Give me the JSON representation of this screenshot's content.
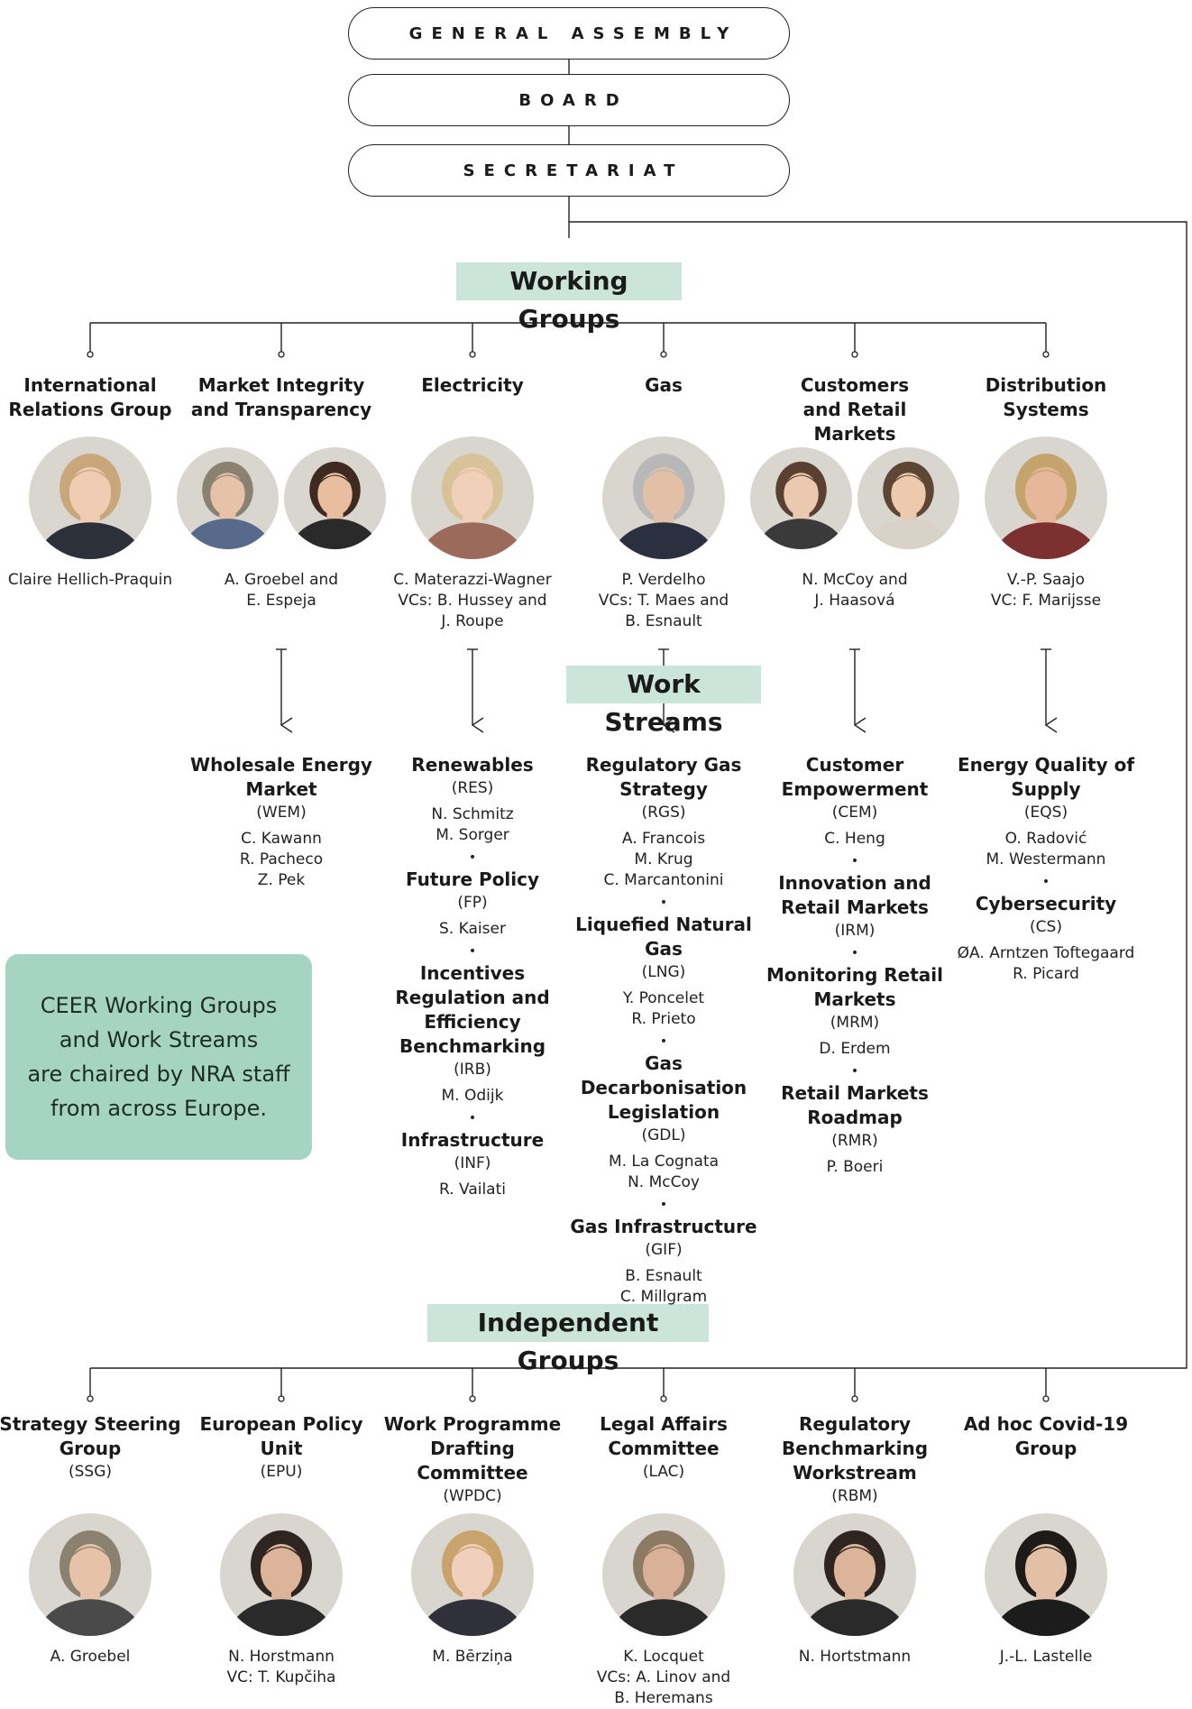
{
  "governance": [
    "GENERAL ASSEMBLY",
    "BOARD",
    "SECRETARIAT"
  ],
  "working_groups_title": "Working Groups",
  "work_streams_title": "Work Streams",
  "independent_groups_title": "Independent Groups",
  "note": [
    "CEER Working Groups",
    "and Work Streams",
    "are chaired by NRA staff",
    "from across Europe."
  ],
  "working_groups": [
    {
      "name": [
        "International",
        "Relations Group"
      ],
      "people": [
        "Claire Hellich-Praquin"
      ],
      "photos": [
        {
          "hair": "#c9a77a",
          "skin": "#eecdb4",
          "shirt": "#2c3038"
        }
      ]
    },
    {
      "name": [
        "Market Integrity",
        "and Transparency"
      ],
      "people": [
        "A. Groebel and",
        "E. Espeja"
      ],
      "photos": [
        {
          "hair": "#8a8170",
          "skin": "#e5c2a8",
          "shirt": "#586a8c"
        },
        {
          "hair": "#3e2a20",
          "skin": "#e8bda0",
          "shirt": "#2a2a2a"
        }
      ]
    },
    {
      "name": [
        "Electricity"
      ],
      "people": [
        "C. Materazzi-Wagner",
        "VCs: B. Hussey and",
        "J. Roupe"
      ],
      "photos": [
        {
          "hair": "#d7c29a",
          "skin": "#f0d0b8",
          "shirt": "#9c6a5a"
        }
      ]
    },
    {
      "name": [
        "Gas"
      ],
      "people": [
        "P. Verdelho",
        "VCs: T. Maes and",
        "B. Esnault"
      ],
      "photos": [
        {
          "hair": "#b8b8b8",
          "skin": "#e2c0a8",
          "shirt": "#2a3040"
        }
      ]
    },
    {
      "name": [
        "Customers",
        "and Retail Markets"
      ],
      "people": [
        "N. McCoy and",
        "J. Haasová"
      ],
      "photos": [
        {
          "hair": "#5a4030",
          "skin": "#ebc8b0",
          "shirt": "#3a3a3a"
        },
        {
          "hair": "#5e4634",
          "skin": "#edc9ae",
          "shirt": "#d8d2c8"
        }
      ]
    },
    {
      "name": [
        "Distribution",
        "Systems"
      ],
      "people": [
        "V.-P. Saajo",
        "VC: F. Marijsse"
      ],
      "photos": [
        {
          "hair": "#c4a46c",
          "skin": "#e7b79c",
          "shirt": "#7c3030"
        }
      ]
    }
  ],
  "work_streams": [
    {
      "column": 1,
      "streams": [
        {
          "name": [
            "Wholesale Energy",
            "Market"
          ],
          "abbr": "(WEM)",
          "people": [
            "C. Kawann",
            "R. Pacheco",
            "Z. Pek"
          ]
        }
      ]
    },
    {
      "column": 2,
      "streams": [
        {
          "name": [
            "Renewables"
          ],
          "abbr": "(RES)",
          "people": [
            "N. Schmitz",
            "M. Sorger"
          ]
        },
        {
          "name": [
            "Future Policy"
          ],
          "abbr": "(FP)",
          "people": [
            "S. Kaiser"
          ]
        },
        {
          "name": [
            "Incentives",
            "Regulation and",
            "Efficiency",
            "Benchmarking"
          ],
          "abbr": "(IRB)",
          "people": [
            "M. Odijk"
          ]
        },
        {
          "name": [
            "Infrastructure"
          ],
          "abbr": "(INF)",
          "people": [
            "R. Vailati"
          ]
        }
      ]
    },
    {
      "column": 3,
      "streams": [
        {
          "name": [
            "Regulatory Gas",
            "Strategy"
          ],
          "abbr": "(RGS)",
          "people": [
            "A. Francois",
            "M. Krug",
            "C. Marcantonini"
          ]
        },
        {
          "name": [
            "Liquefied Natural Gas"
          ],
          "abbr": "(LNG)",
          "people": [
            "Y. Poncelet",
            "R. Prieto"
          ]
        },
        {
          "name": [
            "Gas Decarbonisation",
            "Legislation"
          ],
          "abbr": "(GDL)",
          "people": [
            "M. La Cognata",
            "N. McCoy"
          ]
        },
        {
          "name": [
            "Gas Infrastructure"
          ],
          "abbr": "(GIF)",
          "people": [
            "B. Esnault",
            "C. Millgram"
          ]
        }
      ]
    },
    {
      "column": 4,
      "streams": [
        {
          "name": [
            "Customer",
            "Empowerment"
          ],
          "abbr": "(CEM)",
          "people": [
            "C. Heng"
          ]
        },
        {
          "name": [
            "Innovation and",
            "Retail Markets"
          ],
          "abbr": "(IRM)",
          "people": []
        },
        {
          "name": [
            "Monitoring Retail",
            "Markets"
          ],
          "abbr": "(MRM)",
          "people": [
            "D. Erdem"
          ]
        },
        {
          "name": [
            "Retail Markets",
            "Roadmap"
          ],
          "abbr": "(RMR)",
          "people": [
            "P. Boeri"
          ]
        }
      ]
    },
    {
      "column": 5,
      "streams": [
        {
          "name": [
            "Energy Quality of",
            "Supply"
          ],
          "abbr": "(EQS)",
          "people": [
            "O. Radović",
            "M. Westermann"
          ]
        },
        {
          "name": [
            "Cybersecurity"
          ],
          "abbr": "(CS)",
          "people": [
            "ØA. Arntzen Toftegaard",
            "R. Picard"
          ]
        }
      ]
    }
  ],
  "independent_groups": [
    {
      "name": [
        "Strategy Steering",
        "Group"
      ],
      "abbr": "(SSG)",
      "people": [
        "A. Groebel"
      ],
      "photos": [
        {
          "hair": "#8a8170",
          "skin": "#e5c2a8",
          "shirt": "#4a4a4a"
        }
      ]
    },
    {
      "name": [
        "European Policy",
        "Unit"
      ],
      "abbr": "(EPU)",
      "people": [
        "N. Horstmann",
        "VC: T. Kupčiha"
      ],
      "photos": [
        {
          "hair": "#2e2420",
          "skin": "#dcb49a",
          "shirt": "#2a2a2a"
        }
      ]
    },
    {
      "name": [
        "Work Programme",
        "Drafting",
        "Committee"
      ],
      "abbr": "(WPDC)",
      "people": [
        "M. Bērziņa"
      ],
      "photos": [
        {
          "hair": "#c9a36c",
          "skin": "#f0d0bc",
          "shirt": "#30303a"
        }
      ]
    },
    {
      "name": [
        "Legal Affairs",
        "Committee"
      ],
      "abbr": "(LAC)",
      "people": [
        "K. Locquet",
        "VCs: A. Linov and",
        "B. Heremans"
      ],
      "photos": [
        {
          "hair": "#8c7a64",
          "skin": "#d9b098",
          "shirt": "#2a2a2a"
        }
      ]
    },
    {
      "name": [
        "Regulatory",
        "Benchmarking",
        "Workstream"
      ],
      "abbr": "(RBM)",
      "people": [
        "N. Hortstmann"
      ],
      "photos": [
        {
          "hair": "#2e2420",
          "skin": "#dcb49a",
          "shirt": "#2a2a2a"
        }
      ]
    },
    {
      "name": [
        "Ad hoc Covid-19",
        "Group"
      ],
      "abbr": "",
      "people": [
        "J.-L. Lastelle"
      ],
      "photos": [
        {
          "hair": "#1e1a18",
          "skin": "#e2c0a6",
          "shirt": "#1c1c1c"
        }
      ]
    }
  ]
}
